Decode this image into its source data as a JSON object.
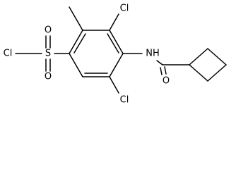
{
  "structure": {
    "atoms": {
      "cl_sulfonyl": "Cl",
      "s": "S",
      "o_upper": "O",
      "o_lower": "O",
      "cl_upper": "Cl",
      "cl_lower": "Cl",
      "nh": "NH",
      "o_amide": "O"
    },
    "colors": {
      "ink": "#000000",
      "background": "#ffffff"
    }
  }
}
